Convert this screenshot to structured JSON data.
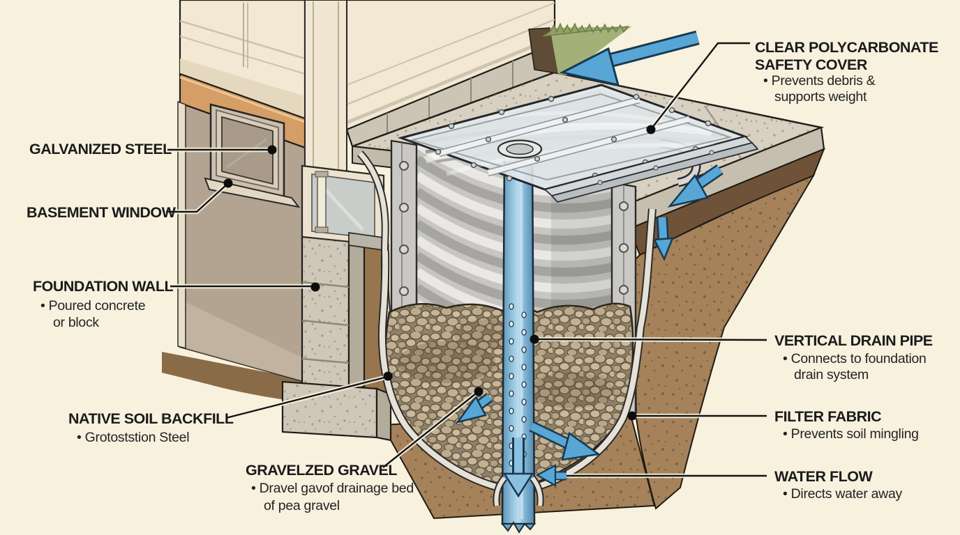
{
  "scene": {
    "description": "Cutaway illustration of a basement window well with vertical drain pipe, gravel bed and polycarbonate cover",
    "background": "#f8f1de"
  },
  "colors": {
    "accent_blue": "#57a6d6",
    "pipe_blue": "#8fc0dc",
    "soil_brown": "#a5825a",
    "topsoil_brown": "#6f5339",
    "concrete": "#d8d1c2",
    "steel_light": "#e9e8e5",
    "steel_dark": "#a6a5a2",
    "gravel_tan": "#c6b497",
    "grass_green": "#a3b078",
    "label_text": "#1b1b1b"
  },
  "labels": {
    "left": [
      {
        "title": "GALVANIZED STEEL"
      },
      {
        "title": "BASEMENT WINDOW"
      },
      {
        "title": "FOUNDATION WALL",
        "bullet1": "• Poured concrete",
        "bullet2": "or block"
      },
      {
        "title": "NATIVE SOIL BACKFILL",
        "bullet1": "• Grotoststion Steel"
      },
      {
        "title": "GRAVELZED GRAVEL",
        "bullet1": "• Dravel gavof drainage bed",
        "bullet2": "of pea gravel"
      }
    ],
    "right": [
      {
        "title": "CLEAR POLYCARBONATE",
        "title_line2": "SAFETY COVER",
        "bullet1": "• Prevents debris &",
        "bullet2": "supports weight"
      },
      {
        "title": "VERTICAL DRAIN PIPE",
        "bullet1": "• Connects to foundation",
        "bullet2": "drain system"
      },
      {
        "title": "FILTER FABRIC",
        "bullet1": "• Prevents soil mingling"
      },
      {
        "title": "WATER FLOW",
        "bullet1": "• Directs water away"
      }
    ]
  }
}
